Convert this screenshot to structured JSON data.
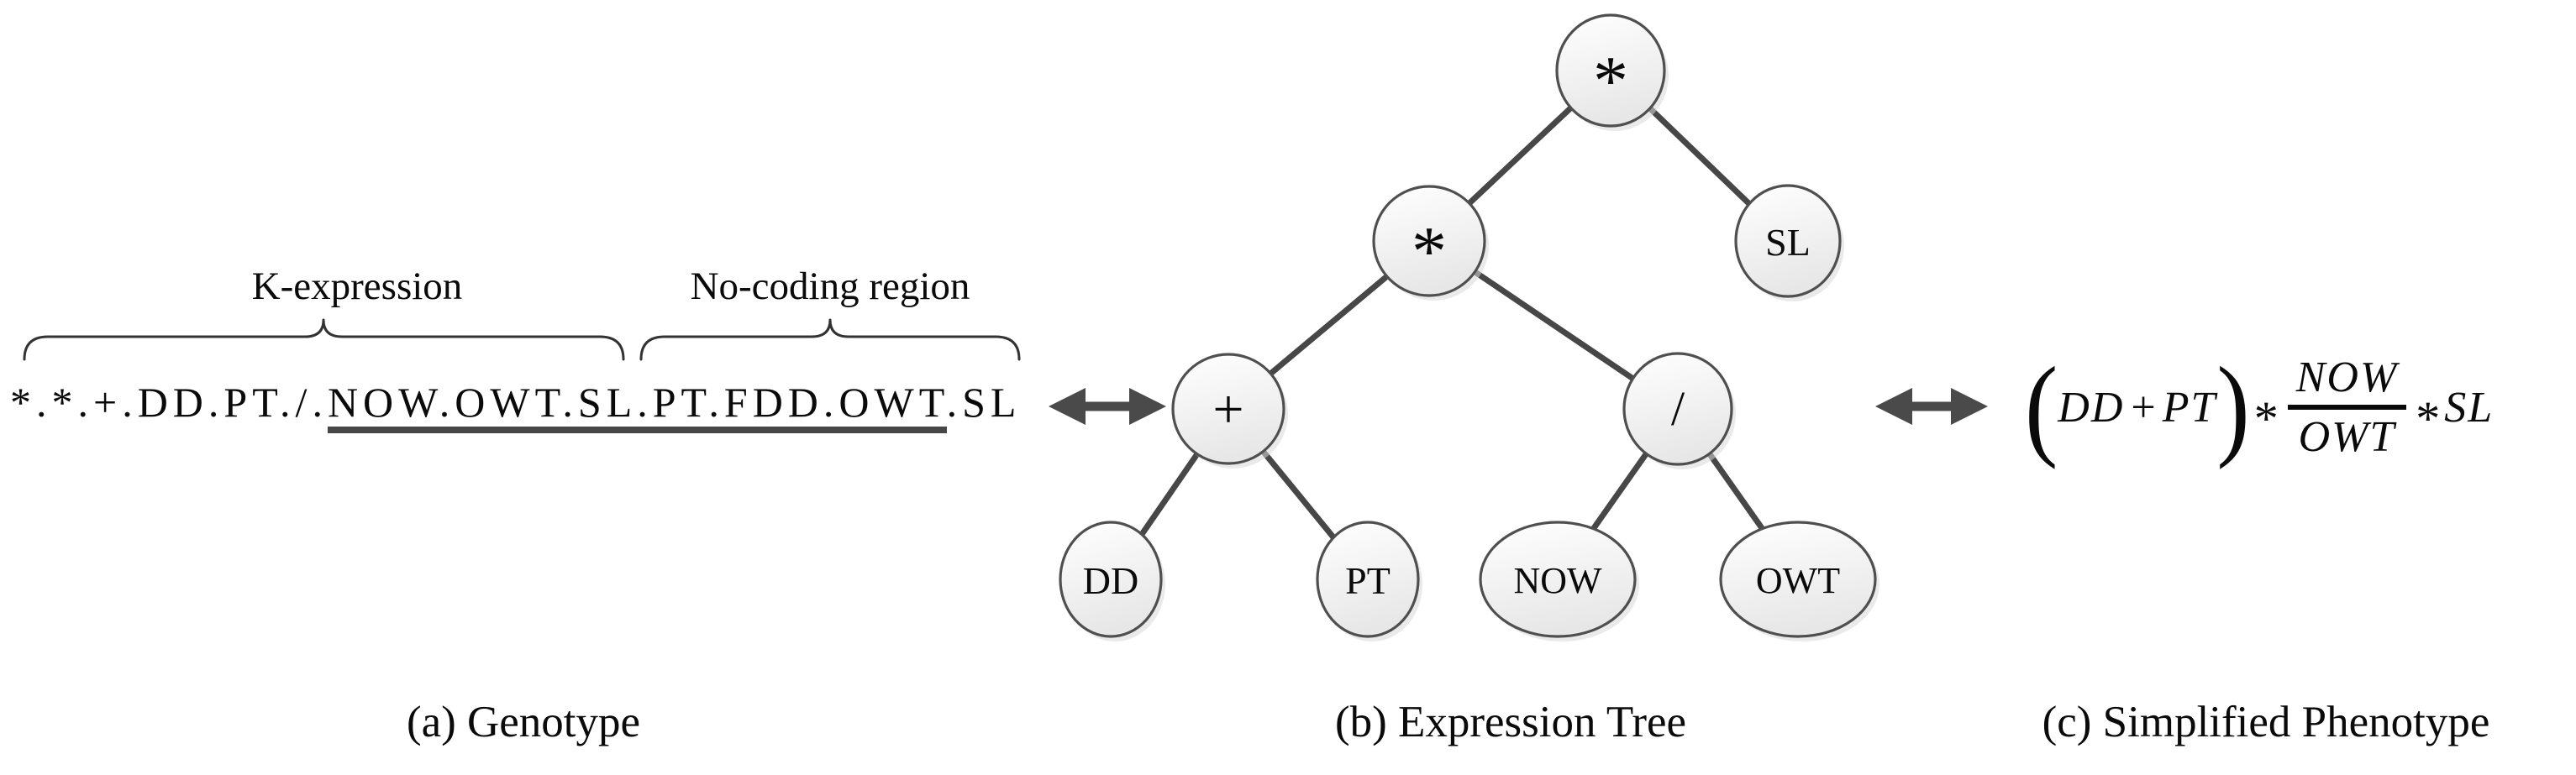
{
  "figure": {
    "background": "#ffffff",
    "text_color": "#0a0a0a",
    "line_color": "#474747",
    "node_border_color": "#4f4f4f",
    "node_fill_top": "#ffffff",
    "node_fill_bottom": "#e7e7e7"
  },
  "genotype": {
    "brace_label_left": "K-expression",
    "brace_label_right": "No-coding region",
    "sequence_prefix": "*.*.+.DD.PT./.",
    "sequence_underlined": "NOW.OWT.SL.PT.FDD.OWT",
    "sequence_suffix": ".SL",
    "caption": "(a) Genotype"
  },
  "expression_tree": {
    "caption": "(b) Expression Tree",
    "nodes": {
      "root": "*",
      "mul": "*",
      "sl": "SL",
      "plus": "+",
      "div": "/",
      "dd": "DD",
      "pt": "PT",
      "now": "NOW",
      "owt": "OWT"
    }
  },
  "phenotype": {
    "caption": "(c) Simplified Phenotype",
    "open_paren": "(",
    "term_a": "DD",
    "plus_sign": "+",
    "term_b": "PT",
    "close_paren": ")",
    "times_1": "*",
    "numerator": "NOW",
    "denominator": "OWT",
    "times_2": "*",
    "term_c": "SL"
  },
  "icons": {
    "left_double_arrow": "left-right-arrow",
    "right_double_arrow": "left-right-arrow"
  }
}
